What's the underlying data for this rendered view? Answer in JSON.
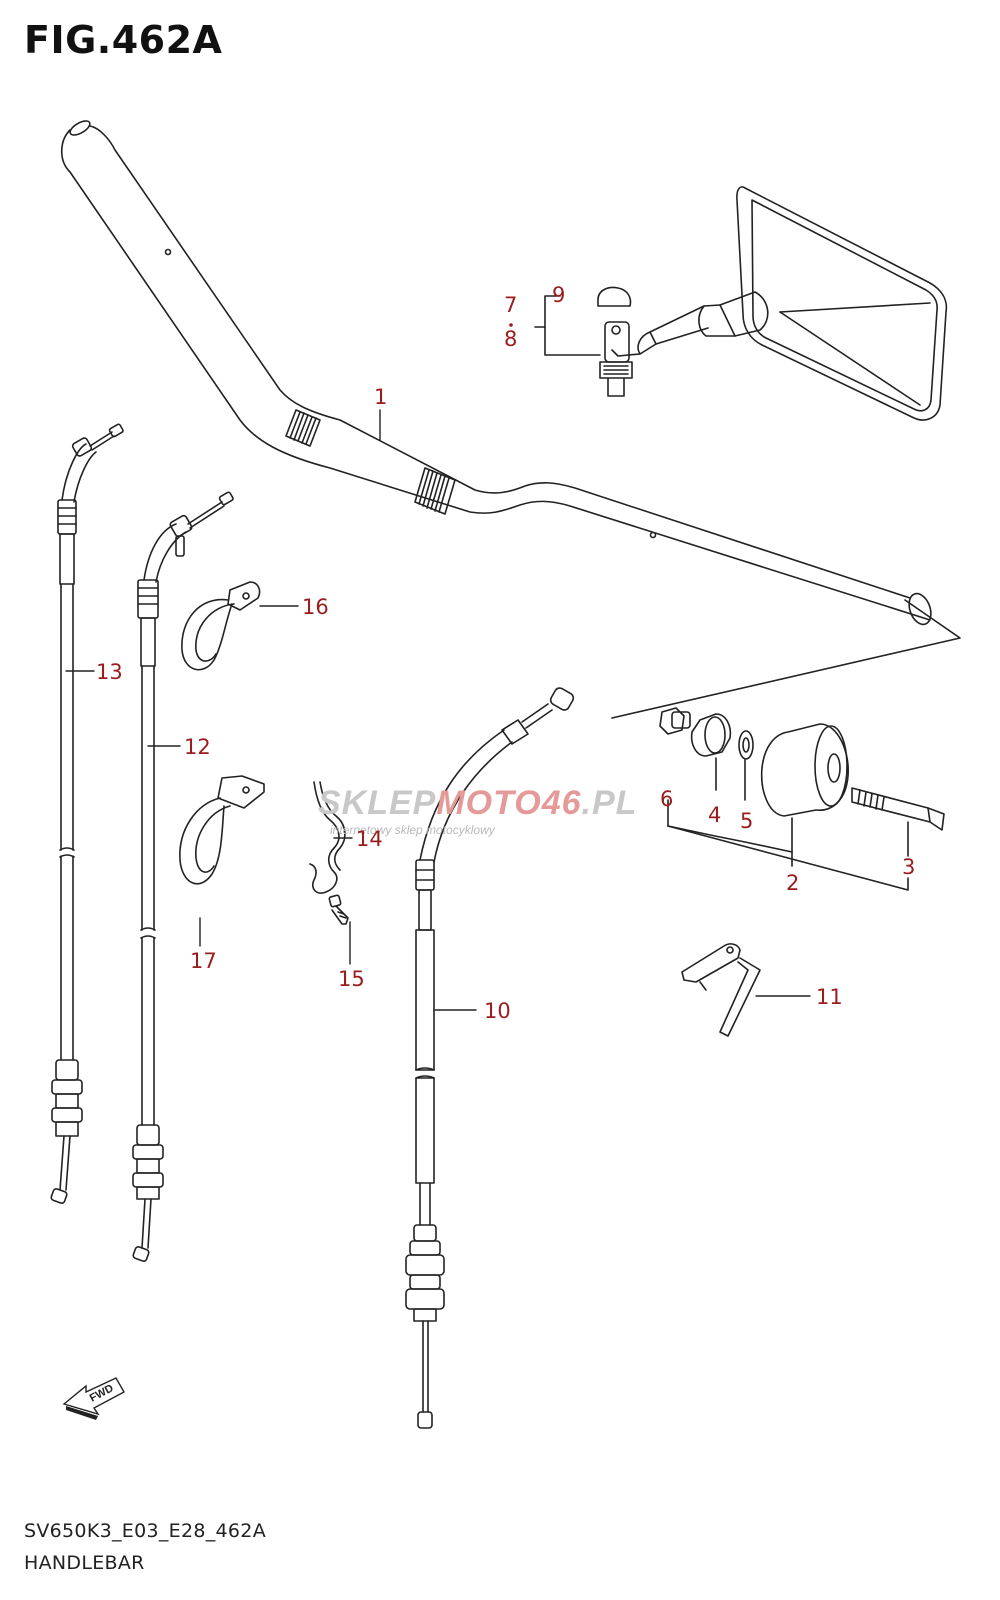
{
  "figure": {
    "title": "FIG.462A",
    "model_code": "SV650K3_E03_E28_462A",
    "name": "HANDLEBAR"
  },
  "callouts": {
    "c1": "1",
    "c2": "2",
    "c3": "3",
    "c4": "4",
    "c5": "5",
    "c6": "6",
    "c7": "7",
    "c8": "8",
    "c9": "9",
    "c10": "10",
    "c11": "11",
    "c12": "12",
    "c13": "13",
    "c14": "14",
    "c15": "15",
    "c16": "16",
    "c17": "17"
  },
  "watermark": {
    "brand_part1": "SKLEP",
    "brand_part2": "MOTO46",
    "brand_part3": ".PL",
    "tagline": "internetowy sklep motocyklowy"
  },
  "fwd_label": "FWD",
  "colors": {
    "callout": "#9a1c1c",
    "line": "#222222",
    "watermark_grey": "#c4c4c4",
    "watermark_red": "#e08080"
  }
}
